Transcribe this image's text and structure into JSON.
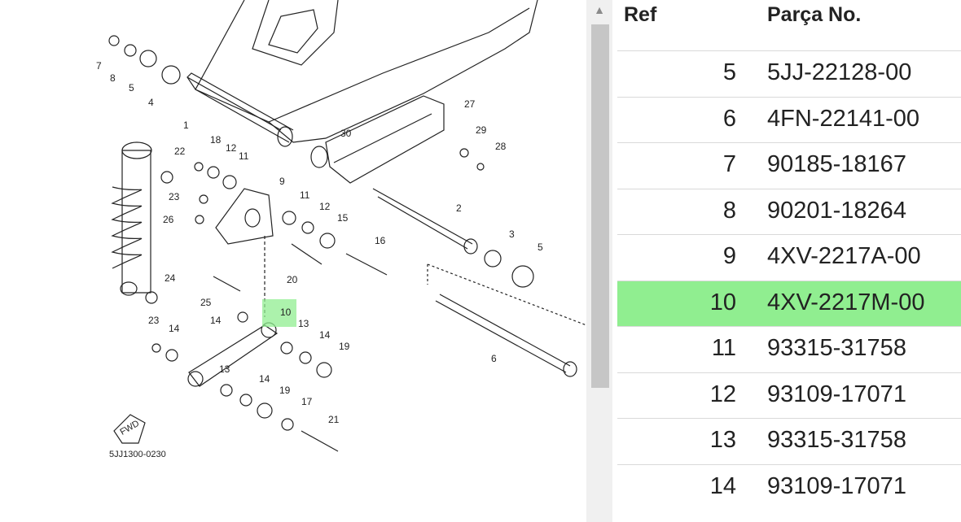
{
  "diagram": {
    "code": "5JJ1300-0230",
    "fwd_label": "FWD",
    "callouts": [
      "1",
      "2",
      "3",
      "4",
      "5",
      "5",
      "6",
      "7",
      "8",
      "9",
      "10",
      "11",
      "11",
      "12",
      "12",
      "13",
      "13",
      "14",
      "14",
      "14",
      "15",
      "16",
      "17",
      "18",
      "19",
      "19",
      "20",
      "21",
      "22",
      "23",
      "23",
      "24",
      "25",
      "26",
      "27",
      "28",
      "29",
      "30"
    ],
    "highlighted": "10",
    "accent": "#90ee90"
  },
  "scrollbar": {
    "up_arrow": "▲"
  },
  "table": {
    "headers": {
      "ref": "Ref",
      "part": "Parça No."
    },
    "selected_ref": "10",
    "rows": [
      {
        "ref": "5",
        "part": "5JJ-22128-00"
      },
      {
        "ref": "6",
        "part": "4FN-22141-00"
      },
      {
        "ref": "7",
        "part": "90185-18167"
      },
      {
        "ref": "8",
        "part": "90201-18264"
      },
      {
        "ref": "9",
        "part": "4XV-2217A-00"
      },
      {
        "ref": "10",
        "part": "4XV-2217M-00"
      },
      {
        "ref": "11",
        "part": "93315-31758"
      },
      {
        "ref": "12",
        "part": "93109-17071"
      },
      {
        "ref": "13",
        "part": "93315-31758"
      },
      {
        "ref": "14",
        "part": "93109-17071"
      }
    ]
  }
}
